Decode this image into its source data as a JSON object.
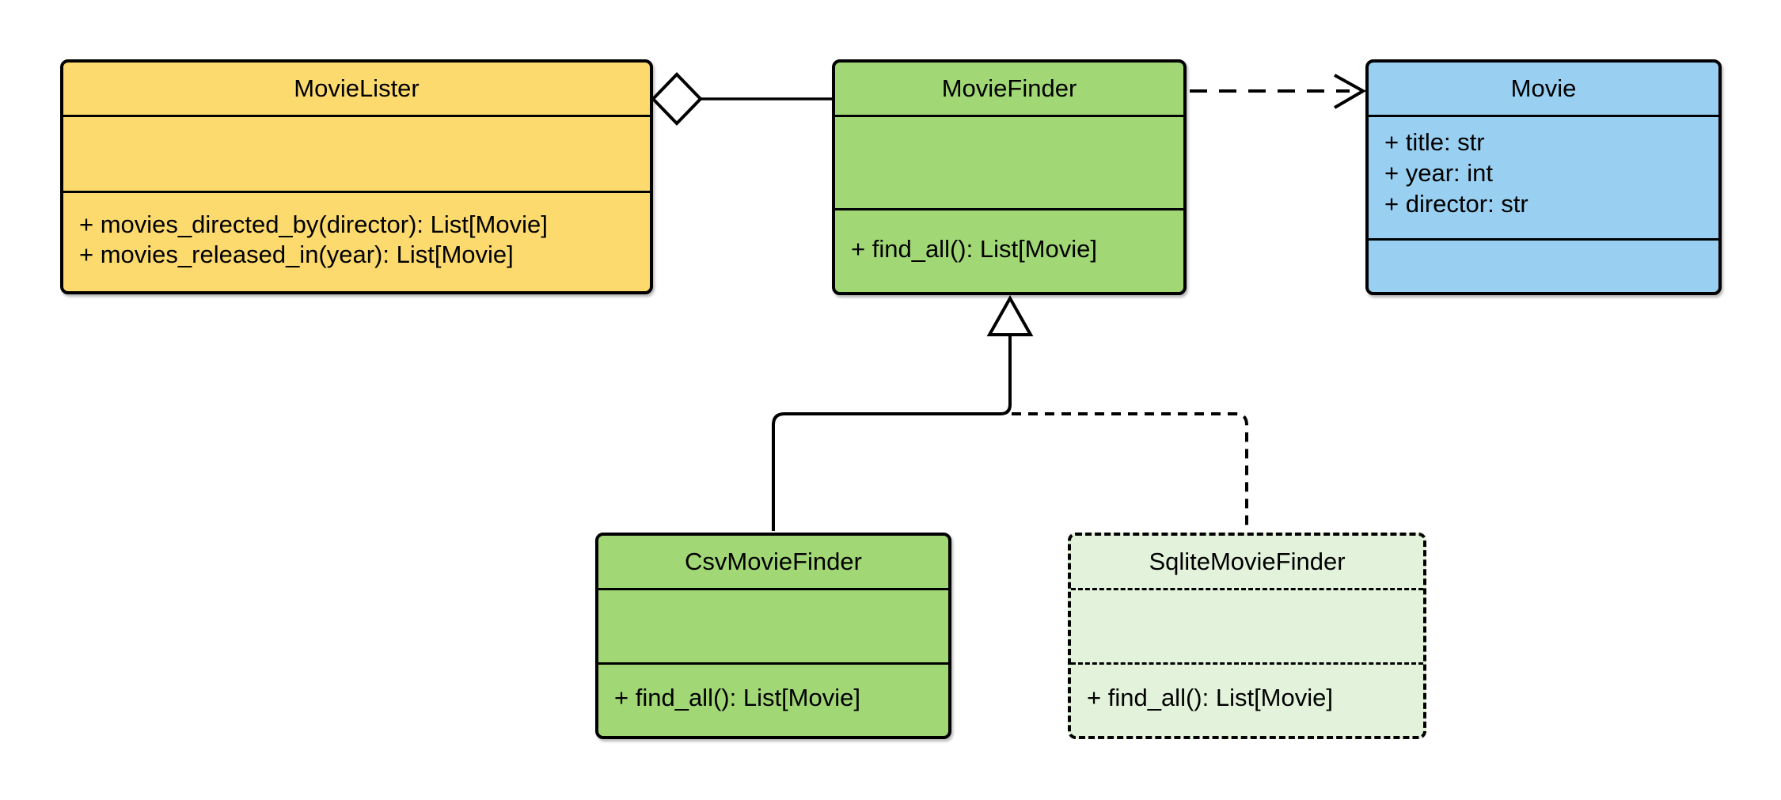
{
  "diagram": {
    "type": "uml-class-diagram",
    "background_color": "#FFFFFF",
    "line_color": "#000000",
    "text_color": "#000000",
    "classes": {
      "movie_lister": {
        "name": "MovieLister",
        "attributes": [],
        "methods": [
          "+ movies_directed_by(director): List[Movie]",
          "+ movies_released_in(year): List[Movie]"
        ],
        "fill_color": "#FCDA6E",
        "border_color": "#000000",
        "border_style": "solid"
      },
      "movie_finder": {
        "name": "MovieFinder",
        "attributes": [],
        "methods": [
          "+ find_all(): List[Movie]"
        ],
        "fill_color": "#A2D776",
        "border_color": "#000000",
        "border_style": "solid"
      },
      "movie": {
        "name": "Movie",
        "attributes": [
          "+ title: str",
          "+ year: int",
          "+ director: str"
        ],
        "methods": [],
        "fill_color": "#99D0F2",
        "border_color": "#000000",
        "border_style": "solid"
      },
      "csv_movie_finder": {
        "name": "CsvMovieFinder",
        "attributes": [],
        "methods": [
          "+ find_all(): List[Movie]"
        ],
        "fill_color": "#A2D776",
        "border_color": "#000000",
        "border_style": "solid"
      },
      "sqlite_movie_finder": {
        "name": "SqliteMovieFinder",
        "attributes": [],
        "methods": [
          "+ find_all(): List[Movie]"
        ],
        "fill_color": "#E3F3DB",
        "border_color": "#000000",
        "border_style": "dashed"
      }
    },
    "relationships": [
      {
        "type": "aggregation",
        "owner": "MovieLister",
        "part": "MovieFinder",
        "line_style": "solid",
        "marker": "hollow-diamond",
        "marker_at": "MovieLister"
      },
      {
        "type": "dependency",
        "from": "MovieFinder",
        "to": "Movie",
        "line_style": "dashed",
        "marker": "open-arrow",
        "marker_at": "Movie"
      },
      {
        "type": "generalization",
        "child": "CsvMovieFinder",
        "parent": "MovieFinder",
        "line_style": "solid",
        "marker": "hollow-triangle",
        "marker_at": "MovieFinder"
      },
      {
        "type": "generalization",
        "child": "SqliteMovieFinder",
        "parent": "MovieFinder",
        "line_style": "dashed",
        "marker": "hollow-triangle",
        "marker_at": "MovieFinder"
      }
    ]
  }
}
